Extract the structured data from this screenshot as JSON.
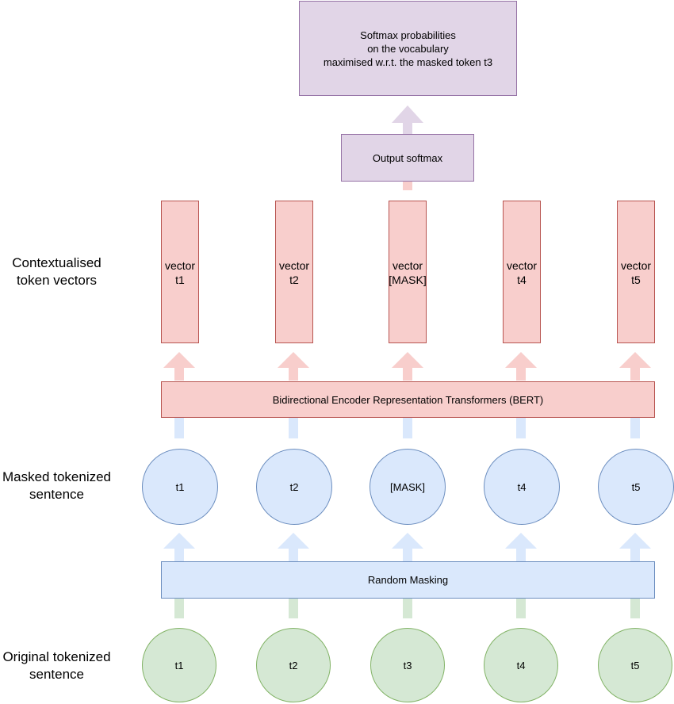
{
  "side_labels": {
    "contextualised": "Contextualised\ntoken vectors",
    "masked": "Masked tokenized\nsentence",
    "original": "Original tokenized\nsentence"
  },
  "softmax_probs": "Softmax probabilities\non the vocabulary\nmaximised w.r.t. the masked token t3",
  "output_softmax": "Output softmax",
  "vectors": [
    "vector\nt1",
    "vector\nt2",
    "vector\n[MASK]",
    "vector\nt4",
    "vector\nt5"
  ],
  "bert_label": "Bidirectional Encoder Representation Transformers (BERT)",
  "masked_tokens": [
    "t1",
    "t2",
    "[MASK]",
    "t4",
    "t5"
  ],
  "random_masking_label": "Random Masking",
  "original_tokens": [
    "t1",
    "t2",
    "t3",
    "t4",
    "t5"
  ],
  "colors": {
    "purple_fill": "#e1d5e7",
    "red_fill": "#f8cecc",
    "blue_fill": "#dae8fc",
    "green_fill": "#d5e8d4"
  }
}
